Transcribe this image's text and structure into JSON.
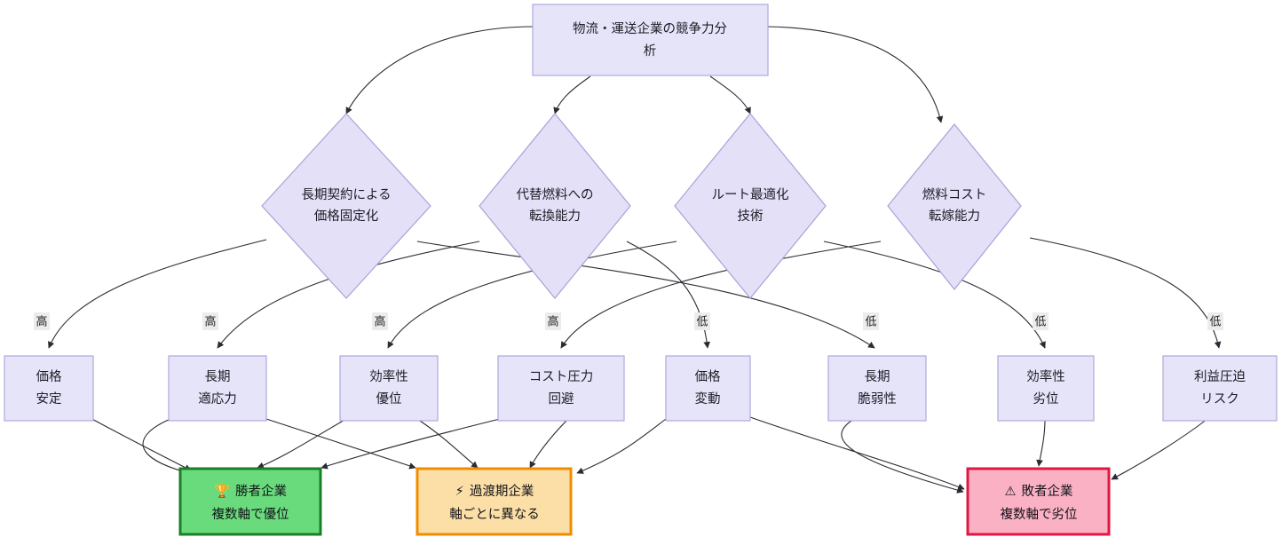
{
  "diagram": {
    "type": "flowchart",
    "title_node": {
      "id": "root",
      "label_line1": "物流・運送企業の競争力分",
      "label_line2": "析",
      "shape": "rect",
      "fill": "#e6e4f9",
      "stroke": "#b0a8dd"
    },
    "decisions": [
      {
        "id": "d1",
        "line1": "長期契約による",
        "line2": "価格固定化",
        "shape": "diamond"
      },
      {
        "id": "d2",
        "line1": "代替燃料への",
        "line2": "転換能力",
        "shape": "diamond"
      },
      {
        "id": "d3",
        "line1": "ルート最適化",
        "line2": "技術",
        "shape": "diamond"
      },
      {
        "id": "d4",
        "line1": "燃料コスト",
        "line2": "転嫁能力",
        "shape": "diamond"
      }
    ],
    "outcomes": [
      {
        "id": "o1",
        "line1": "価格",
        "line2": "安定",
        "edge_label": "高"
      },
      {
        "id": "o2",
        "line1": "長期",
        "line2": "適応力",
        "edge_label": "高"
      },
      {
        "id": "o3",
        "line1": "効率性",
        "line2": "優位",
        "edge_label": "高"
      },
      {
        "id": "o4",
        "line1": "コスト圧力",
        "line2": "回避",
        "edge_label": "高"
      },
      {
        "id": "o5",
        "line1": "価格",
        "line2": "変動",
        "edge_label": "低"
      },
      {
        "id": "o6",
        "line1": "長期",
        "line2": "脆弱性",
        "edge_label": "低"
      },
      {
        "id": "o7",
        "line1": "効率性",
        "line2": "劣位",
        "edge_label": "低"
      },
      {
        "id": "o8",
        "line1": "利益圧迫",
        "line2": "リスク",
        "edge_label": "低"
      }
    ],
    "verdicts": [
      {
        "id": "winner",
        "icon": "trophy-icon",
        "icon_glyph": "🏆",
        "line1": "勝者企業",
        "line2": "複数軸で優位",
        "fill": "#69db7c",
        "stroke": "#1a7f28"
      },
      {
        "id": "transition",
        "icon": "lightning-icon",
        "icon_glyph": "⚡",
        "line1": "過渡期企業",
        "line2": "軸ごとに異なる",
        "fill": "#fcdfa6",
        "stroke": "#f08c00"
      },
      {
        "id": "loser",
        "icon": "warning-icon",
        "icon_glyph": "⚠",
        "line1": "敗者企業",
        "line2": "複数軸で劣位",
        "fill": "#fbb1c4",
        "stroke": "#e01742"
      }
    ]
  }
}
